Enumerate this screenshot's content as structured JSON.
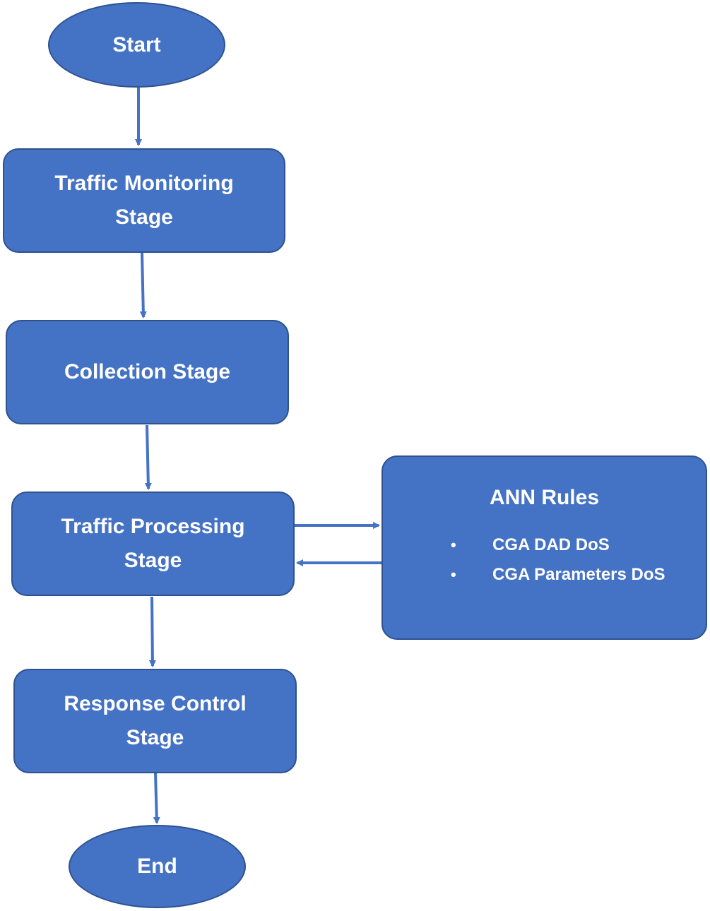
{
  "diagram": {
    "start": "Start",
    "traffic_monitoring": "Traffic Monitoring\nStage",
    "collection": "Collection Stage",
    "traffic_processing": "Traffic Processing\nStage",
    "response_control": "Response Control\nStage",
    "end": "End",
    "ann_rules": {
      "title": "ANN Rules",
      "items": [
        "CGA DAD DoS",
        "CGA Parameters DoS"
      ]
    }
  },
  "colors": {
    "node_fill": "#4472c4",
    "node_border": "#2f528f",
    "arrow": "#4472c4",
    "text": "#ffffff"
  }
}
